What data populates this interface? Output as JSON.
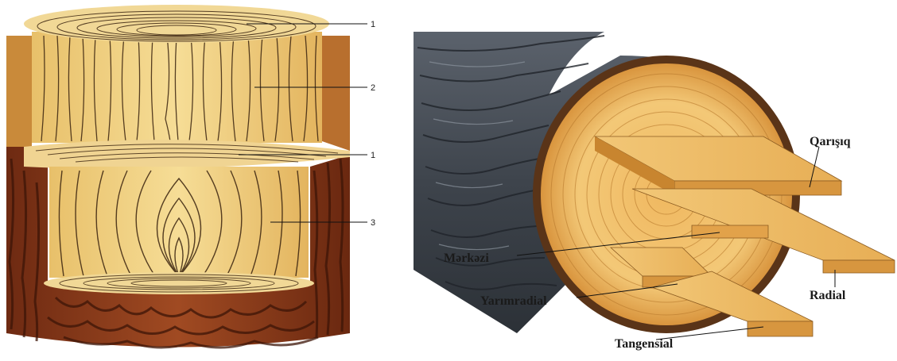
{
  "left_figure": {
    "callouts": [
      {
        "id": "top-section",
        "text": "1"
      },
      {
        "id": "radial-section",
        "text": "2"
      },
      {
        "id": "mid-section",
        "text": "1"
      },
      {
        "id": "tangential-section",
        "text": "3"
      }
    ]
  },
  "right_figure": {
    "labels": {
      "mixed": "Qarışıq",
      "central": "Mərkəzi",
      "radial": "Radial",
      "semi_radial": "Yarımradial",
      "tangential": "Tangensial"
    }
  },
  "colors": {
    "wood_light": "#f3d68a",
    "wood_mid": "#e6b45c",
    "wood_dark": "#c98a2f",
    "bark_brown": "#8a3b1c",
    "bark_grey": "#4a5058",
    "grain": "#2d1a0c"
  }
}
